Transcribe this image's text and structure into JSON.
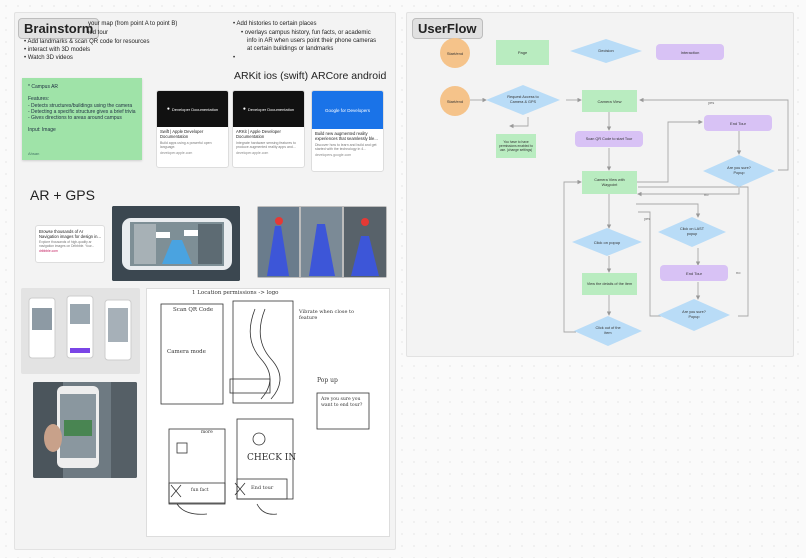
{
  "brainstorm": {
    "title": "Brainstorm",
    "bullets_left": [
      "your map (from point A to point B)",
      "ied tour",
      "Add landmarks & scan QR code for resources",
      "interact with 3D models",
      "Watch 3D videos"
    ],
    "bullets_right": [
      "Add histories to certain places",
      "overlays campus history, fun facts, or academic",
      "info in AR when users point their phone cameras",
      "at certain buildings or landmarks"
    ],
    "sticky": {
      "lines": [
        "* Campus AR",
        "",
        "Features:",
        "- Detects structures/buildings using the camera",
        "- Detecting a specific structure gives a brief trivia",
        "- Gives directions to areas around campus",
        "",
        "Input: Image"
      ],
      "footer": "Ahsan"
    },
    "arkit_heading": "ARKit ios (swift)",
    "arcore_heading": "ARCore android",
    "cards": [
      {
        "banner": "Developer Documentation",
        "title": "Swift | Apple Developer Documentation",
        "desc": "Build apps using a powerful open language.",
        "url": "developer.apple.com"
      },
      {
        "banner": "Developer Documentation",
        "title": "ARKit | Apple Developer Documentation",
        "desc": "Integrate hardware sensing features to produce augmented reality apps and...",
        "url": "developer.apple.com"
      },
      {
        "banner": "Google for Developers",
        "title": "Build new augmented reality experiences that seamlessly ble...",
        "desc": "Discover how to learn and build and get started with the technology in 4...",
        "url": "developers.google.com"
      }
    ],
    "ar_gps_heading": "AR + GPS",
    "link_card": {
      "title": "Browse thousands of Ar Navigation images for design in...",
      "desc": "Explore thousands of high-quality ar navigation images on Dribbble. Your...",
      "url": "dribbble.com"
    },
    "sketch": {
      "top_note": "1 Location permissions -> logo",
      "scan_qr": "Scan QR Code",
      "camera_mode": "Camera mode",
      "vibrate": "Vibrate when close to feature",
      "popup": "Pop up",
      "popup_text": "Are you sure you want to end tour?",
      "checkin": "CHECK IN",
      "end_tour": "End tour",
      "fun_fact": "fun fact",
      "more": "more"
    }
  },
  "userflow": {
    "title": "UserFlow",
    "legend": {
      "start_end": "Start/end",
      "page": "Page",
      "decision": "Decision",
      "interaction": "Interaction"
    },
    "nodes": {
      "start": "Start/end",
      "request": "Request Access to Camera & GPS",
      "permissions": "You have to have permissions enabled to use. (change settings)",
      "camera_view": "Camera View",
      "scan_qr": "Scan QR Code to start Tour",
      "camera_waypoint": "Camera View with Waypoint",
      "end_tour_top": "End Tour",
      "are_you_sure_top": "Are you sure? Popup",
      "click_popup": "Click on popup",
      "click_last": "Click on LAST popup",
      "end_tour_mid": "End Tour",
      "details": "View the details of the item",
      "are_you_sure_bottom": "Are you sure? Popup",
      "click_out": "Click out of the item"
    },
    "labels": {
      "yes1": "yes",
      "no1": "no",
      "yes2": "yes",
      "no2": "no"
    },
    "colors": {
      "start": "#f5c38a",
      "page": "#b9ecc0",
      "decision": "#b9dcf7",
      "interaction": "#d8c2f5"
    }
  }
}
